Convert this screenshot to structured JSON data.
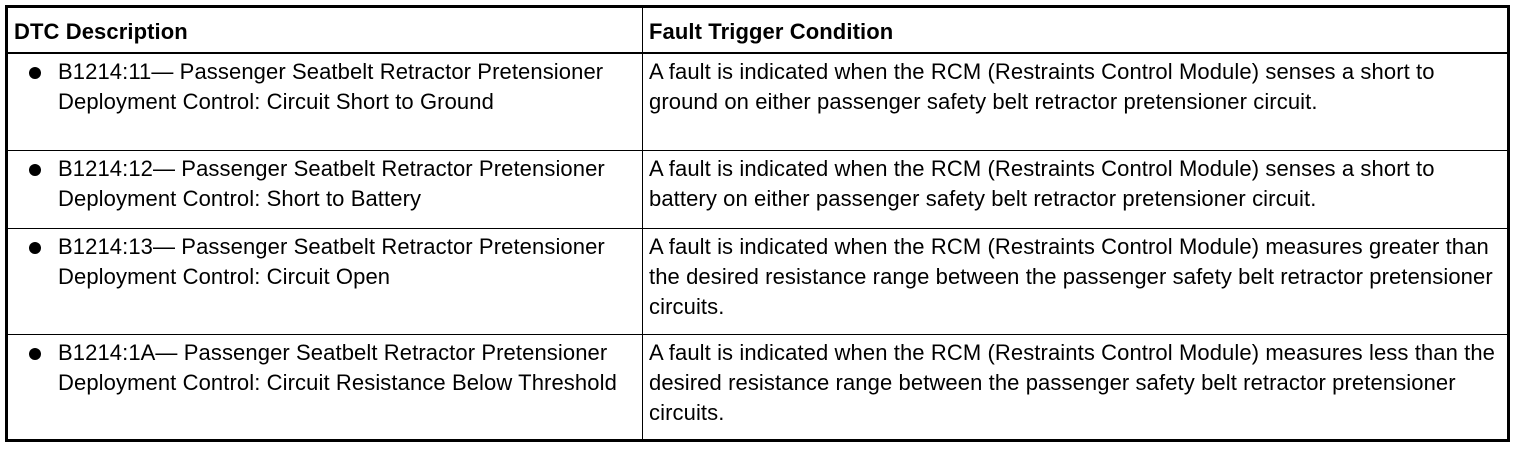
{
  "table": {
    "headers": [
      "DTC Description",
      "Fault Trigger Condition"
    ],
    "rows": [
      {
        "description": "B1214:11— Passenger Seatbelt Retractor Pretensioner Deployment Control: Circuit Short to Ground",
        "condition": "A fault is indicated when the RCM (Restraints Control Module) senses a short to ground on either passenger safety belt retractor pretensioner circuit."
      },
      {
        "description": "B1214:12— Passenger Seatbelt Retractor Pretensioner Deployment Control: Short to Battery",
        "condition": "A fault is indicated when the RCM (Restraints Control Module) senses a short to battery on either passenger safety belt retractor pretensioner circuit."
      },
      {
        "description": "B1214:13— Passenger Seatbelt Retractor Pretensioner Deployment Control: Circuit Open",
        "condition": "A fault is indicated when the RCM (Restraints Control Module) measures greater than the desired resistance range between the passenger safety belt retractor pretensioner circuits."
      },
      {
        "description": "B1214:1A— Passenger Seatbelt Retractor Pretensioner Deployment Control: Circuit Resistance Below Threshold",
        "condition": "A fault is indicated when the RCM (Restraints Control Module) measures less than the desired resistance range between the passenger safety belt retractor pretensioner circuits."
      }
    ]
  }
}
